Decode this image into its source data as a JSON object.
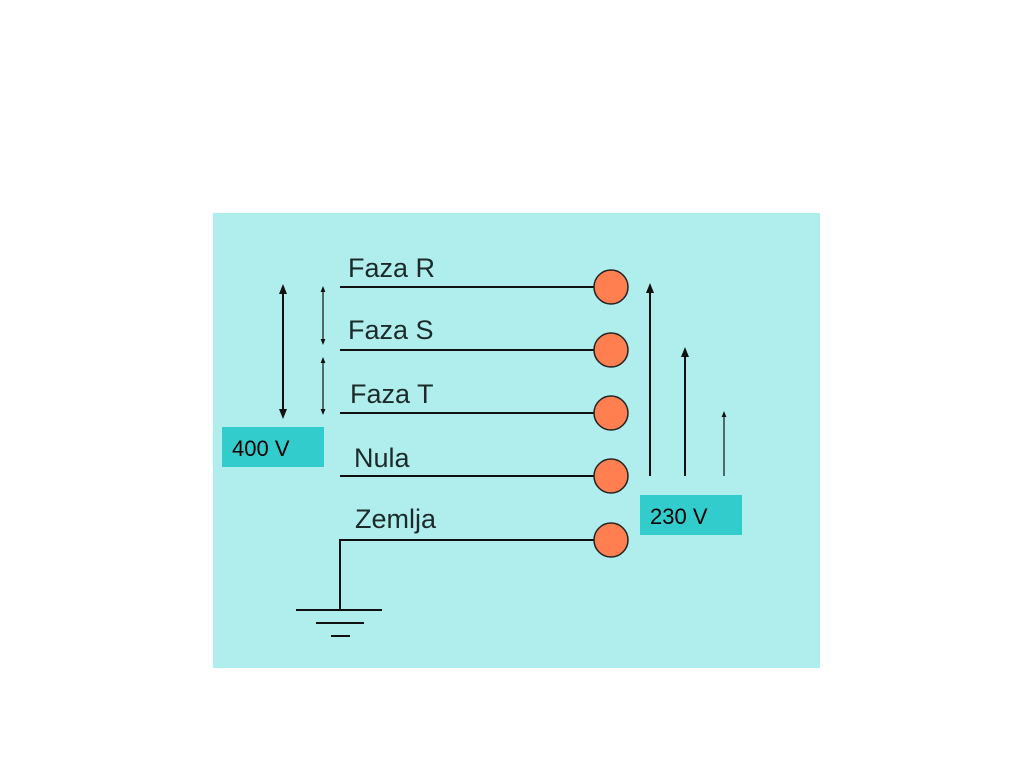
{
  "conductors": [
    {
      "id": "faza-r",
      "label": "Faza R"
    },
    {
      "id": "faza-s",
      "label": "Faza S"
    },
    {
      "id": "faza-t",
      "label": "Faza T"
    },
    {
      "id": "nula",
      "label": "Nula"
    },
    {
      "id": "zemlja",
      "label": "Zemlja"
    }
  ],
  "voltages": {
    "line_to_line": "400 V",
    "line_to_neutral": "230 V"
  },
  "colors": {
    "background": "#b0eeee",
    "terminal": "#ff7f50",
    "voltage_box": "#33cccc"
  }
}
